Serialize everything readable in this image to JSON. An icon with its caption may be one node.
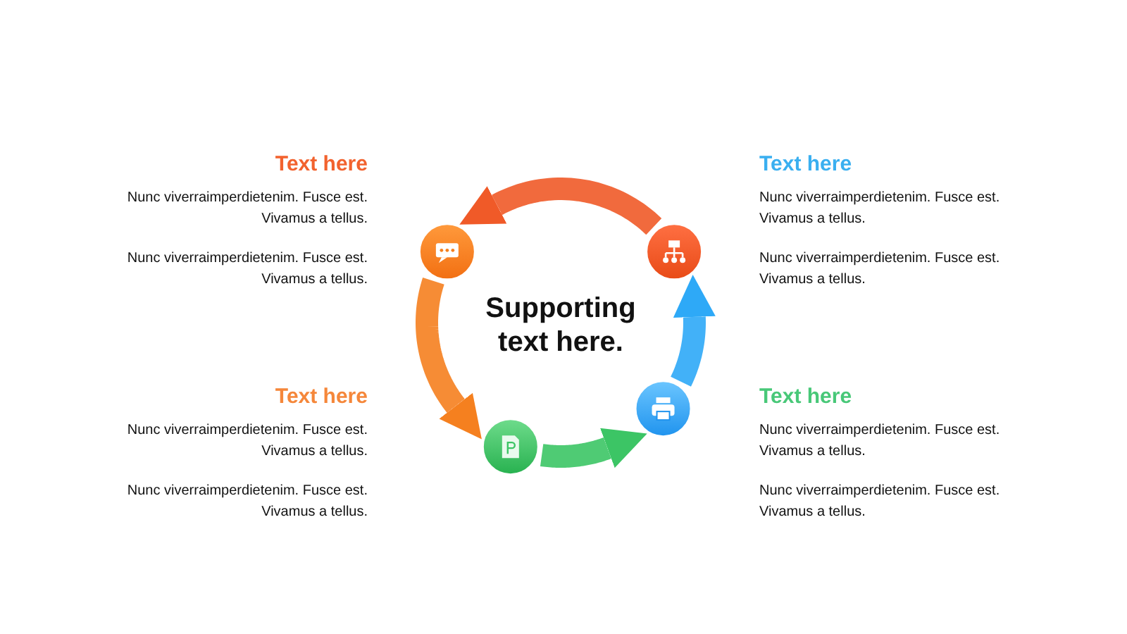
{
  "diagram": {
    "nodes": [
      {
        "text": [],
        "shape": "circle"
      },
      {
        "text": [],
        "shape": "circle"
      },
      {
        "text": [],
        "shape": "circle"
      },
      {
        "text": [],
        "shape": "circle"
      }
    ],
    "edges": [
      {
        "from": 1,
        "to": 0,
        "arrow": "to",
        "color": "#f05a28"
      },
      {
        "from": 0,
        "to": 3,
        "arrow": "to",
        "color": "#f5801f"
      },
      {
        "from": 3,
        "to": 2,
        "arrow": "to",
        "color": "#3cc565"
      },
      {
        "from": 2,
        "to": 1,
        "arrow": "to",
        "color": "#2ea9f7"
      }
    ],
    "labels": [
      "Text here",
      "Text here",
      "Nunc viverraimperdietenim. Fusce est. Vivamus a tellus.",
      "Nunc viverraimperdietenim. Fusce est. Vivamus a tellus.",
      "Nunc viverraimperdietenim. Fusce est. Vivamus a tellus.",
      "Nunc viverraimperdietenim. Fusce est. Vivamus a tellus.",
      "Supporting text here.",
      "Text here",
      "Text here",
      "Nunc viverraimperdietenim. Fusce est. Vivamus a tellus.",
      "Nunc viverraimperdietenim. Fusce est. Vivamus a tellus.",
      "Nunc viverraimperdietenim. Fusce est. Vivamus a tellus.",
      "Nunc viverraimperdietenim. Fusce est. Vivamus a tellus."
    ]
  }
}
